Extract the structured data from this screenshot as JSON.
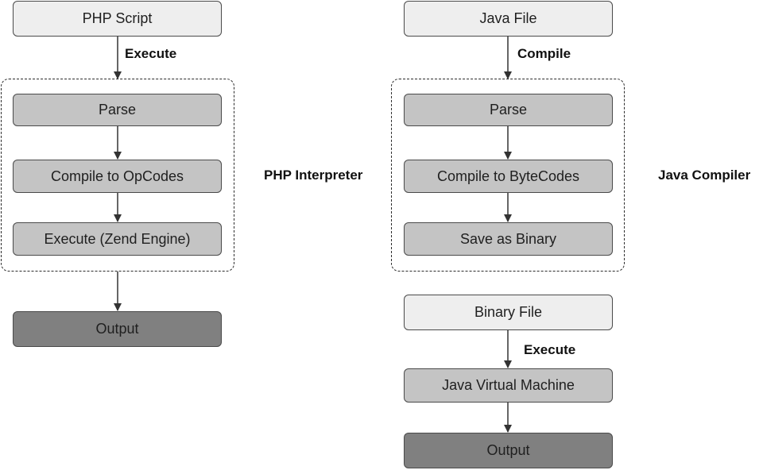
{
  "php": {
    "source": "PHP Script",
    "edge_label": "Execute",
    "group_label": "PHP Interpreter",
    "steps": [
      "Parse",
      "Compile to OpCodes",
      "Execute (Zend Engine)"
    ],
    "output": "Output"
  },
  "java": {
    "source": "Java File",
    "edge_label": "Compile",
    "group_label": "Java Compiler",
    "steps": [
      "Parse",
      "Compile to ByteCodes",
      "Save as Binary"
    ],
    "binary": "Binary File",
    "run_label": "Execute",
    "vm": "Java Virtual Machine",
    "output": "Output"
  },
  "colors": {
    "light_fill": "#eeeeee",
    "mid_fill": "#c4c4c4",
    "dark_fill": "#808080",
    "stroke": "#4a4a4a",
    "arrow": "#333333"
  }
}
